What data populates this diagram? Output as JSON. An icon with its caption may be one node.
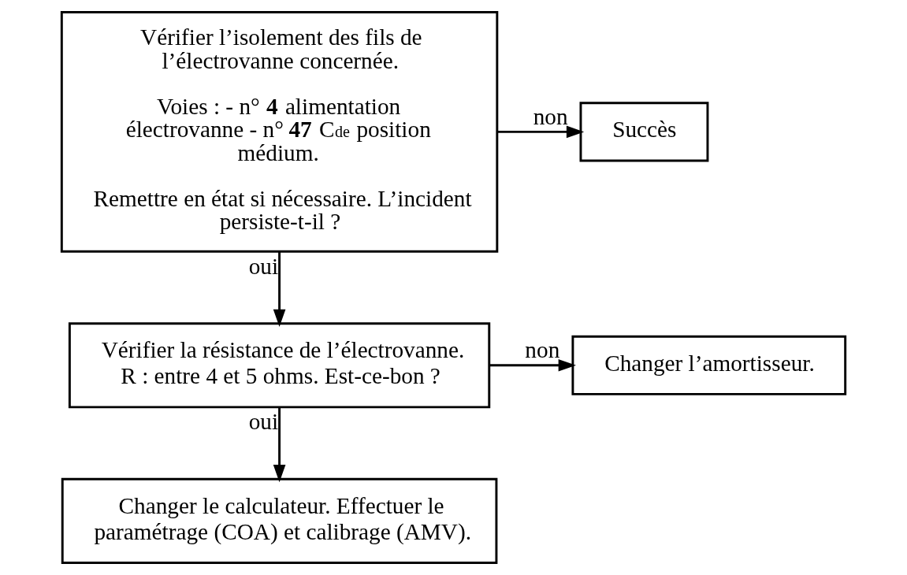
{
  "diagram": {
    "nodes": [
      {
        "text": [
          "Vérifier l’isolement des fils de l’électrovanne concernée.",
          "Voies : - n° **4** alimentation électrovanne - n° **47** C$^{de}$ position médium.",
          "Remettre en état si nécessaire. L’incident persiste-t-il ?"
        ]
      },
      {
        "text": [
          "Succès"
        ]
      },
      {
        "text": [
          "Vérifier la résistance de l’électrovanne. R : entre 4 et 5 ohms. Est-ce-bon ?"
        ]
      },
      {
        "text": [
          "Changer l’amortisseur."
        ]
      },
      {
        "text": [
          "Changer le calculateur. Effectuer le paramétrage (COA) et calibrage (AMV)."
        ]
      }
    ],
    "edges": [
      {
        "from": 0,
        "to": 1,
        "arrow": "to",
        "label": "non"
      },
      {
        "from": 0,
        "to": 2,
        "arrow": "to",
        "label": "oui"
      },
      {
        "from": 2,
        "to": 3,
        "arrow": "to",
        "label": "non"
      },
      {
        "from": 2,
        "to": 4,
        "arrow": "to",
        "label": "oui"
      }
    ]
  }
}
